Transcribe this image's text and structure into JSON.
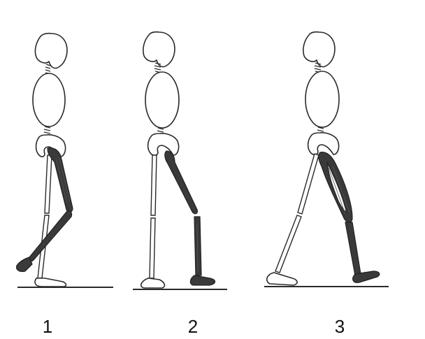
{
  "figures": [
    {
      "label": "1"
    },
    {
      "label": "2"
    },
    {
      "label": "3"
    }
  ],
  "colors": {
    "outline": "#2a2a2a",
    "muscle": "#3a3a3a",
    "background": "#ffffff"
  }
}
